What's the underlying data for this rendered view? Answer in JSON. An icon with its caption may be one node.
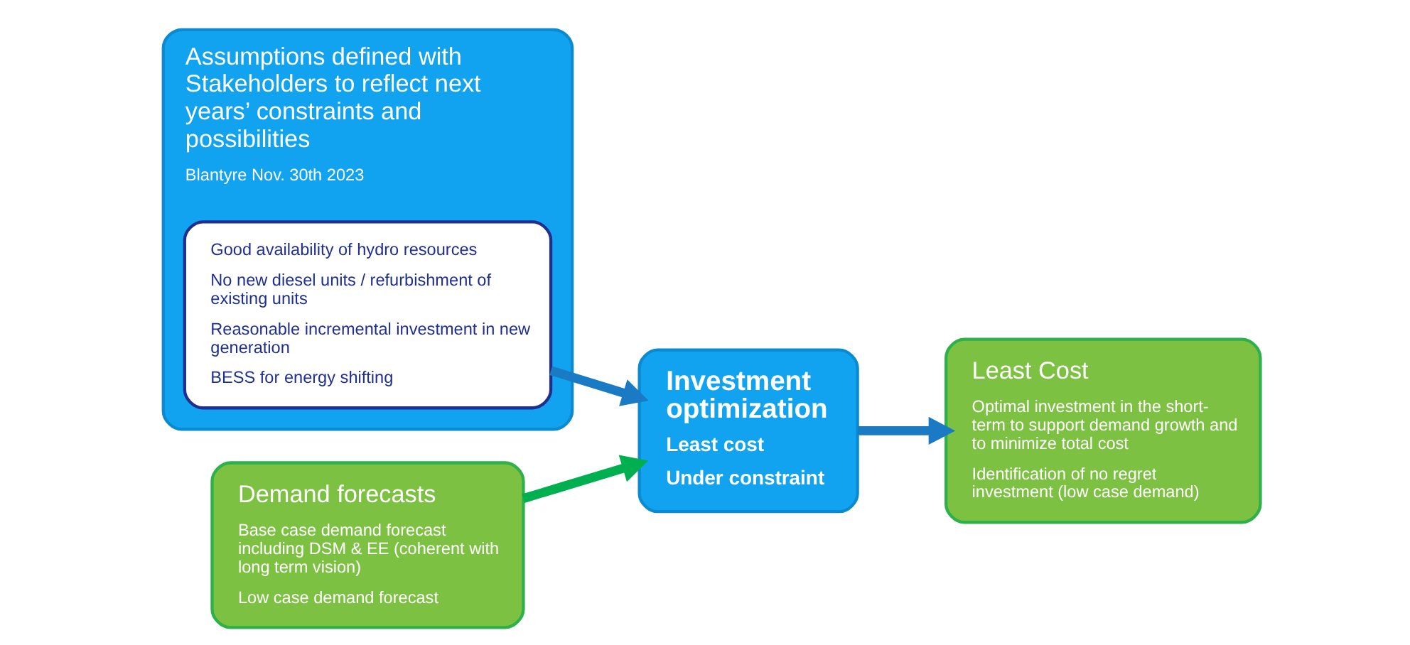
{
  "diagram": {
    "nodes": [
      {
        "text": [
          "Assumptions defined with Stakeholders to reflect next years’ constraints and possibilities",
          "Blantyre Nov. 30th 2023"
        ]
      },
      {
        "text": [
          "Good availability of hydro resources",
          "No new diesel units / refurbishment of existing units",
          "Reasonable incremental investment in new generation",
          "BESS for energy shifting"
        ],
        "in": 0
      },
      {
        "text": [
          "Investment optimization",
          "Least cost",
          "Under constraint"
        ]
      },
      {
        "text": [
          "Least Cost",
          "Optimal investment in the short-term to support demand growth and to minimize total cost",
          "Identification of no regret investment (low case demand)"
        ]
      },
      {
        "text": [
          "Demand forecasts",
          "Base case demand forecast including DSM & EE (coherent with long term vision)",
          "Low case demand forecast"
        ]
      }
    ],
    "edges": [
      {
        "from": 1,
        "to": 2,
        "arrow": "to"
      },
      {
        "from": 4,
        "to": 2,
        "arrow": "to",
        "color": "#00b050"
      },
      {
        "from": 2,
        "to": 3,
        "arrow": "to"
      }
    ]
  }
}
